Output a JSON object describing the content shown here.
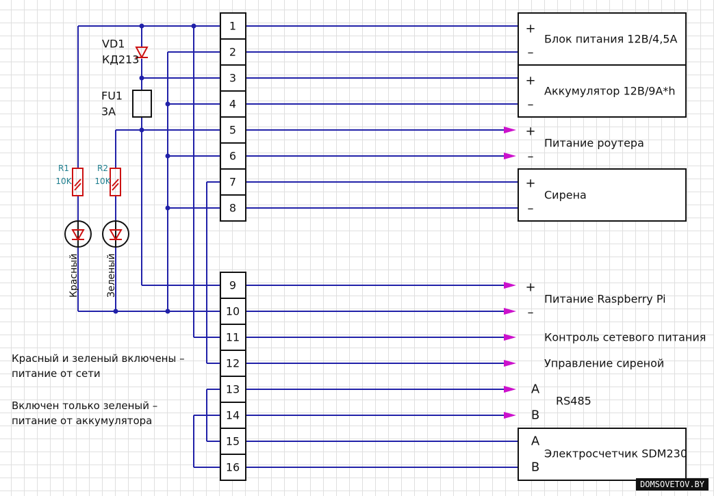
{
  "terminals": [
    "1",
    "2",
    "3",
    "4",
    "5",
    "6",
    "7",
    "8",
    "9",
    "10",
    "11",
    "12",
    "13",
    "14",
    "15",
    "16"
  ],
  "components": {
    "vd1": {
      "ref": "VD1",
      "value": "КД213"
    },
    "fu1": {
      "ref": "FU1",
      "value": "3А"
    },
    "r1": {
      "ref": "R1",
      "value": "10K"
    },
    "r2": {
      "ref": "R2",
      "value": "10K"
    },
    "led_red": "Красный",
    "led_green": "Зеленый"
  },
  "devices": {
    "psu": "Блок питания 12В/4,5А",
    "battery": "Аккумулятор 12В/9А*h",
    "router": "Питание роутера",
    "siren": "Сирена",
    "raspberry": "Питание Raspberry Pi",
    "mains_control": "Контроль сетевого питания",
    "siren_control": "Управление сиреной",
    "rs485": "RS485",
    "meter": "Электросчетчик SDM230"
  },
  "signs": {
    "plus": "+",
    "minus": "–",
    "a": "A",
    "b": "B"
  },
  "notes": {
    "line1": "Красный и зеленый включены –",
    "line2": "питание от сети",
    "line3": "Включен только зеленый –",
    "line4": "питание от аккумулятора"
  },
  "watermark": "DOMSOVETOV.BY",
  "colors": {
    "wire": "#2020a8",
    "arrow": "#cc11cc",
    "diode": "#cc1111",
    "resistor_label": "#1f7f8f"
  }
}
